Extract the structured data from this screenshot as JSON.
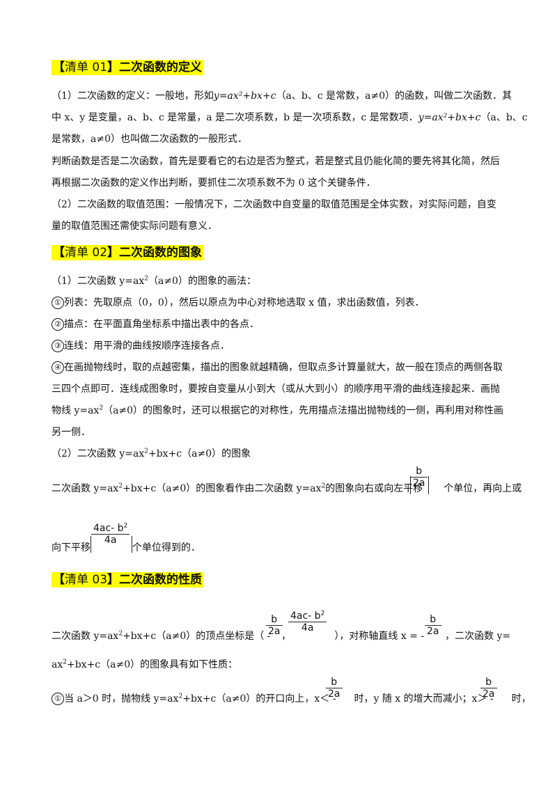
{
  "sections": [
    {
      "bracket_open": "【",
      "label": "清单 01",
      "bracket_close": "】",
      "title": "二次函数的定义"
    },
    {
      "bracket_open": "【",
      "label": "清单 02",
      "bracket_close": "】",
      "title": "二次函数的图象"
    },
    {
      "bracket_open": "【",
      "label": "清单 03",
      "bracket_close": "】",
      "title": "二次函数的性质"
    }
  ],
  "s1": {
    "l1a": "（1）二次函数的定义：一般地，形如",
    "l1b": "（a、b、c 是常数，a≠0）的函数，叫做二次函数．其",
    "l2a": "中 x、y 是变量，a、b、c 是常量，a 是二次项系数，b 是一次项系数，c 是常数项．",
    "l2b": "（a、b、c",
    "l3": "是常数，a≠0）也叫做二次函数的一般形式．",
    "l4": "判断函数是否是二次函数，首先是要看它的右边是否为整式，若是整式且仍能化简的要先将其化简，然后",
    "l5": "再根据二次函数的定义作出判断，要抓住二次项系数不为 0 这个关键条件．",
    "l6": "（2）二次函数的取值范围：一般情况下，二次函数中自变量的取值范围是全体实数，对实际问题，自变",
    "l7": "量的取值范围还需使实际问题有意义．"
  },
  "s2": {
    "l1a": "（1）二次函数 y=ax",
    "l1b": "（a≠0）的图象的画法：",
    "m1": "①",
    "l2": "列表：先取原点（0，0），然后以原点为中心对称地选取 x 值，求出函数值，列表．",
    "m2": "②",
    "l3": "描点：在平面直角坐标系中描出表中的各点．",
    "m3": "③",
    "l4": "连线：用平滑的曲线按顺序连接各点．",
    "m4": "④",
    "l5": "在画抛物线时，取的点越密集，描出的图象就越精确，但取点多计算量就大，故一般在顶点的两侧各取",
    "l6": "三四个点即可．连线成图象时，要按自变量从小到大（或从大到小）的顺序用平滑的曲线连接起来．画抛",
    "l7a": "物线 y=ax",
    "l7b": "（a≠0）的图象时，还可以根据它的对称性，先用描点法描出抛物线的一侧，再利用对称性画",
    "l8": "另一侧．",
    "l9a": "（2）二次函数 y=ax",
    "l9b": "+bx+c（a≠0）的图象",
    "l10a": "二次函数 y=ax",
    "l10b": "+bx+c（a≠0）的图象看作由二次函数 y=ax",
    "l10c": "的图象向右或向左平移",
    "l10d": "个单位，再向上或",
    "l11a": "向下平移",
    "l11b": "个单位得到的．"
  },
  "s3": {
    "l1a": "二次函数 y=ax",
    "l1b": "+bx+c（a≠0）的顶点坐标是（ -",
    "l1c": "），对称轴直线 x = -",
    "l1d": "，二次函数 y=",
    "l2a": "ax",
    "l2b": "+bx+c（a≠0）的图象具有如下性质：",
    "m1": "①",
    "l3a": "当 a＞0 时，抛物线 y=ax",
    "l3b": "+bx+c（a≠0）的开口向上，x＜ -",
    "l3c": "时，y 随 x 的增大而减小；x＞ -",
    "l3d": "时，"
  },
  "math": {
    "gen_form": "y=ax²+bx+c",
    "gen_form2": "y=ax²+bx+c",
    "sq": "2",
    "b": "b",
    "two_a": "2a",
    "four_ac_b2": "4ac- b",
    "four_a": "4a",
    "comma": "，"
  }
}
